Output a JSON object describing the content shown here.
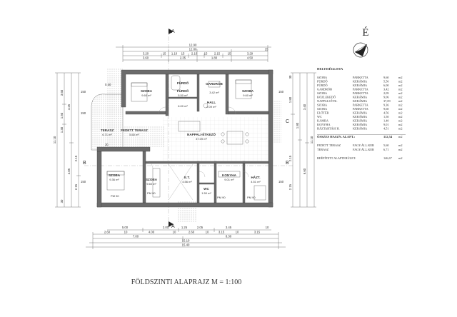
{
  "north_label": "É",
  "caption": "FÖLDSZINTI ALAPRAJZ  M = 1:100",
  "section_marks": {
    "a": "A",
    "b": "B",
    "c": "C"
  },
  "top_dims": {
    "overall": "12.90",
    "row2": [
      "12.80",
      "15"
    ],
    "row3": [
      "3.20",
      "15",
      "1.10",
      "15",
      "2.10",
      "15",
      "2.15",
      "15",
      "3.29"
    ],
    "row4": [
      "3.60",
      "2.35",
      "1.80",
      "4.50"
    ]
  },
  "bottom_dims": {
    "row1": [
      "5.00",
      "2.00",
      "1.25",
      "2.05",
      "3.45",
      "10"
    ],
    "row2": [
      "2.60",
      "10",
      "4.00",
      "10",
      "2.60",
      "10",
      "3.15",
      "10",
      "3.15"
    ],
    "row3": [
      "7.00",
      "8.30"
    ],
    "row4": [
      "15.10"
    ],
    "overall": "15.40"
  },
  "side_dims": {
    "left_outer": "11.10",
    "left": [
      "3.60",
      "1.50",
      "1.30",
      "4.25",
      "4.05",
      "2.15",
      "2.15",
      "30"
    ],
    "right": [
      "30",
      "1.80",
      "1.80",
      "2.15",
      "2.15",
      "3.40",
      "6.60",
      "11.10"
    ],
    "misc": [
      "0.50",
      "150",
      "150",
      "150",
      "30",
      "150",
      "150"
    ]
  },
  "rooms": [
    {
      "name": "SZOBA",
      "area": "9.60 m²"
    },
    {
      "name": "FÜRDŐ",
      "area": "5.50 m²"
    },
    {
      "name": "GARDRÓB",
      "area": "3.42 m²"
    },
    {
      "name": "FÜRDŐ",
      "area": "6.00 m²"
    },
    {
      "name": "SZOBA",
      "area": "9.60 m²"
    },
    {
      "name": "HALL",
      "area": "2.09 m²"
    },
    {
      "name": "FEDETT TERASZ",
      "area": "5.60 m²"
    },
    {
      "name": "TERASZ",
      "area": "6.71 m²"
    },
    {
      "name": "NAPPALI-ÉTKEZŐ",
      "area": "37.09 m²"
    },
    {
      "name": "SZOBA",
      "area": "9.36 m²"
    },
    {
      "name": "SZOBA",
      "area": "9.60 m²"
    },
    {
      "name": "E.T.",
      "area": "4.56 m²"
    },
    {
      "name": "WC",
      "area": "1.50 m²"
    },
    {
      "name": "KONYHA",
      "area": "9.01 m²"
    },
    {
      "name": "HÁZT.",
      "area": "4.51 m²"
    }
  ],
  "plan_notes": [
    "PM 90",
    "PM 90",
    "PM 90",
    "PM 90"
  ],
  "schedule": {
    "title": "HELYISÉGLISTA",
    "rows": [
      [
        "SZOBA",
        "PARKETTA",
        "9,60",
        "m2"
      ],
      [
        "FÜRDŐ",
        "KERÁMIA",
        "5,50",
        "m2"
      ],
      [
        "FÜRDŐ",
        "KERÁMIA",
        "6,00",
        "m2"
      ],
      [
        "GARDRÓB",
        "PARKETTA",
        "3,42",
        "m2"
      ],
      [
        "SZOBA",
        "PARKETTA",
        "2,09",
        "m2"
      ],
      [
        "KÖZLEKEDŐ",
        "KERÁMIA",
        "9,06",
        "m2"
      ],
      [
        "NAPPALI-ÉTK.",
        "KERÁMIA",
        "37,09",
        "m2"
      ],
      [
        "SZOBA",
        "PARKETTA",
        "9,36",
        "m2"
      ],
      [
        "SZOBA",
        "PARKETTA",
        "9,60",
        "m2"
      ],
      [
        "ELŐTÉR",
        "KERÁMIA",
        "4,56",
        "m2"
      ],
      [
        "WC",
        "KERÁMIA",
        "1,50",
        "m2"
      ],
      [
        "KAMRA",
        "KERÁMIA",
        "1,40",
        "m2"
      ],
      [
        "KONYHA",
        "KERÁMIA",
        "9,01",
        "m2"
      ],
      [
        "HÁZTARTÁSI H.",
        "KERÁMIA",
        "4,51",
        "m2"
      ]
    ],
    "total": [
      "ÖSSZES HASZN. ALAPT.:",
      "112,54",
      "m2"
    ],
    "extra": [
      [
        "FEDETT TERASZ",
        "FAGY.ÁLL.KER",
        "5,60",
        "m2"
      ],
      [
        "TERASZ",
        "FAGY.ÁLL.KER",
        "6,71",
        "m2"
      ]
    ],
    "built": [
      "BEÉPÍTETT ALAPTERÜLET:",
      "146,67",
      "m2"
    ]
  }
}
